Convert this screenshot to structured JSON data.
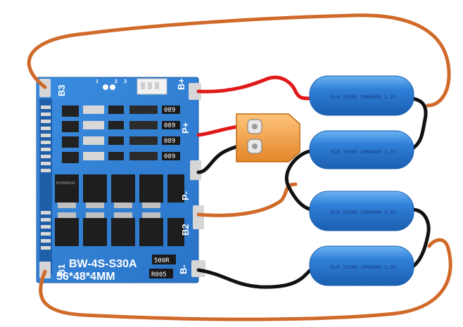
{
  "board": {
    "model": "BW-4S-S30A",
    "size": "56*48*4MM",
    "pads": {
      "b_plus": "B+",
      "p_plus": "P+",
      "p_minus": "P-",
      "b_minus": "B-",
      "b1": "B1",
      "b2": "B2",
      "b3": "B3"
    },
    "connector_labels": {
      "cnt_1": "1",
      "cnt_2": "2",
      "cnt_3": "3"
    },
    "shunt_resistors": [
      "R005",
      "500R"
    ],
    "smd_markings": [
      "089",
      "089",
      "089",
      "089"
    ],
    "mosfet_marking": "NCE6005AS"
  },
  "cells": [
    {
      "label": "ELN 3S300 2000mAH 3.2V"
    },
    {
      "label": "ELN 3S300 2000mAH 3.2V"
    },
    {
      "label": "ELN 3S300 2000mAH 3.2V"
    },
    {
      "label": "ELN 3S300 2000mAH 3.2V"
    }
  ],
  "colors": {
    "pcb": "#2d7dd2",
    "pcb_dark": "#1f5fa8",
    "cell": "#2f7fd8",
    "wire_orange": "#d06a2a",
    "wire_red": "#e01818",
    "wire_black": "#111111",
    "connector": "#f3a24a"
  }
}
